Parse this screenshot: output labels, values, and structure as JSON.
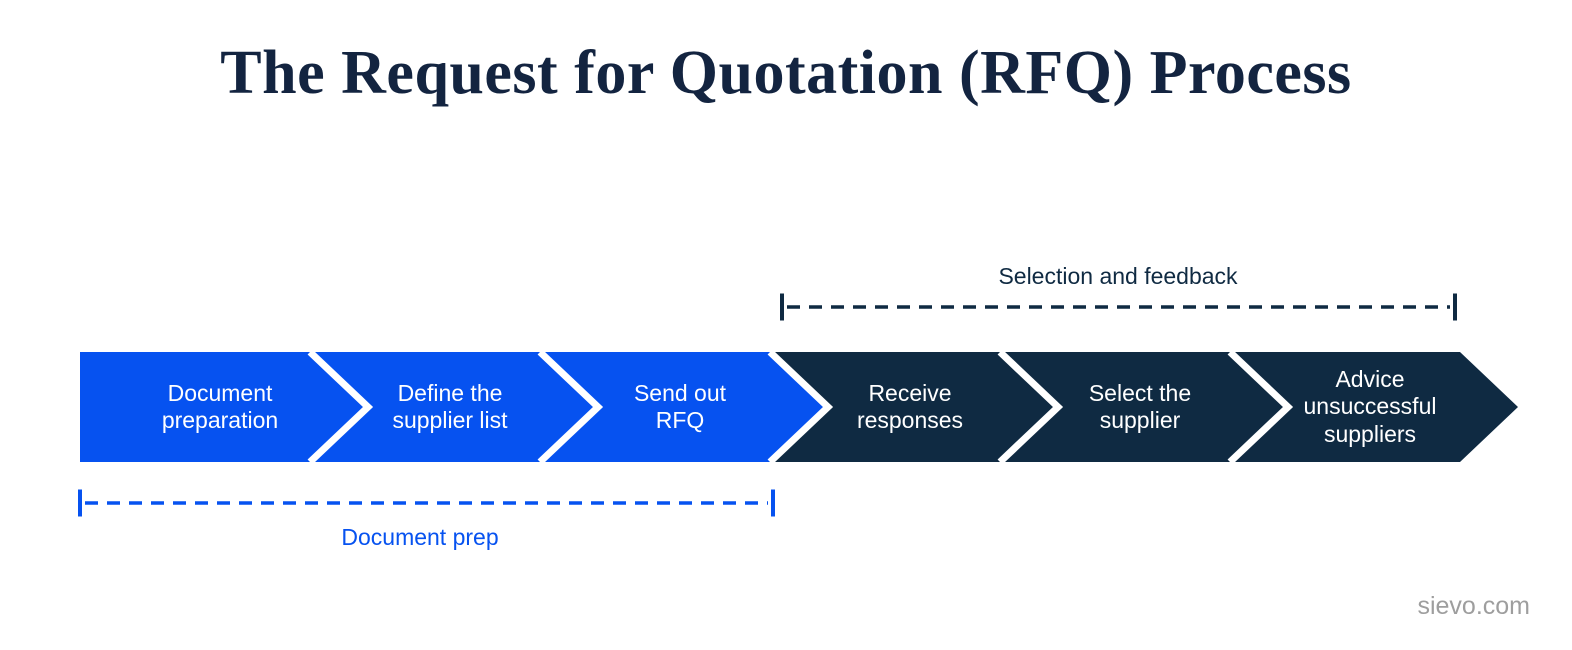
{
  "page": {
    "title": "The Request for Quotation (RFQ) Process",
    "watermark": "sievo.com"
  },
  "colors": {
    "blue": "#0652F0",
    "navy": "#0F2A42",
    "title": "#132440",
    "watermark_gray": "#9E9E9E",
    "separator_white": "#FFFFFF"
  },
  "chart_data": {
    "type": "process-flow",
    "title": "The Request for Quotation (RFQ) Process",
    "steps": [
      {
        "label": "Document\npreparation",
        "phase": "Document prep",
        "color": "#0652F0"
      },
      {
        "label": "Define the\nsupplier list",
        "phase": "Document prep",
        "color": "#0652F0"
      },
      {
        "label": "Send out\nRFQ",
        "phase": "Document prep",
        "color": "#0652F0"
      },
      {
        "label": "Receive\nresponses",
        "phase": "Selection and feedback",
        "color": "#0F2A42"
      },
      {
        "label": "Select the\nsupplier",
        "phase": "Selection and feedback",
        "color": "#0F2A42"
      },
      {
        "label": "Advice\nunsuccessful\nsuppliers",
        "phase": "Selection and feedback",
        "color": "#0F2A42"
      }
    ],
    "brackets": [
      {
        "label": "Selection and feedback",
        "color": "#0F2A42",
        "position": "above",
        "covers_steps": [
          4,
          5,
          6
        ]
      },
      {
        "label": "Document prep",
        "color": "#0652F0",
        "position": "below",
        "covers_steps": [
          1,
          2,
          3
        ]
      }
    ]
  }
}
